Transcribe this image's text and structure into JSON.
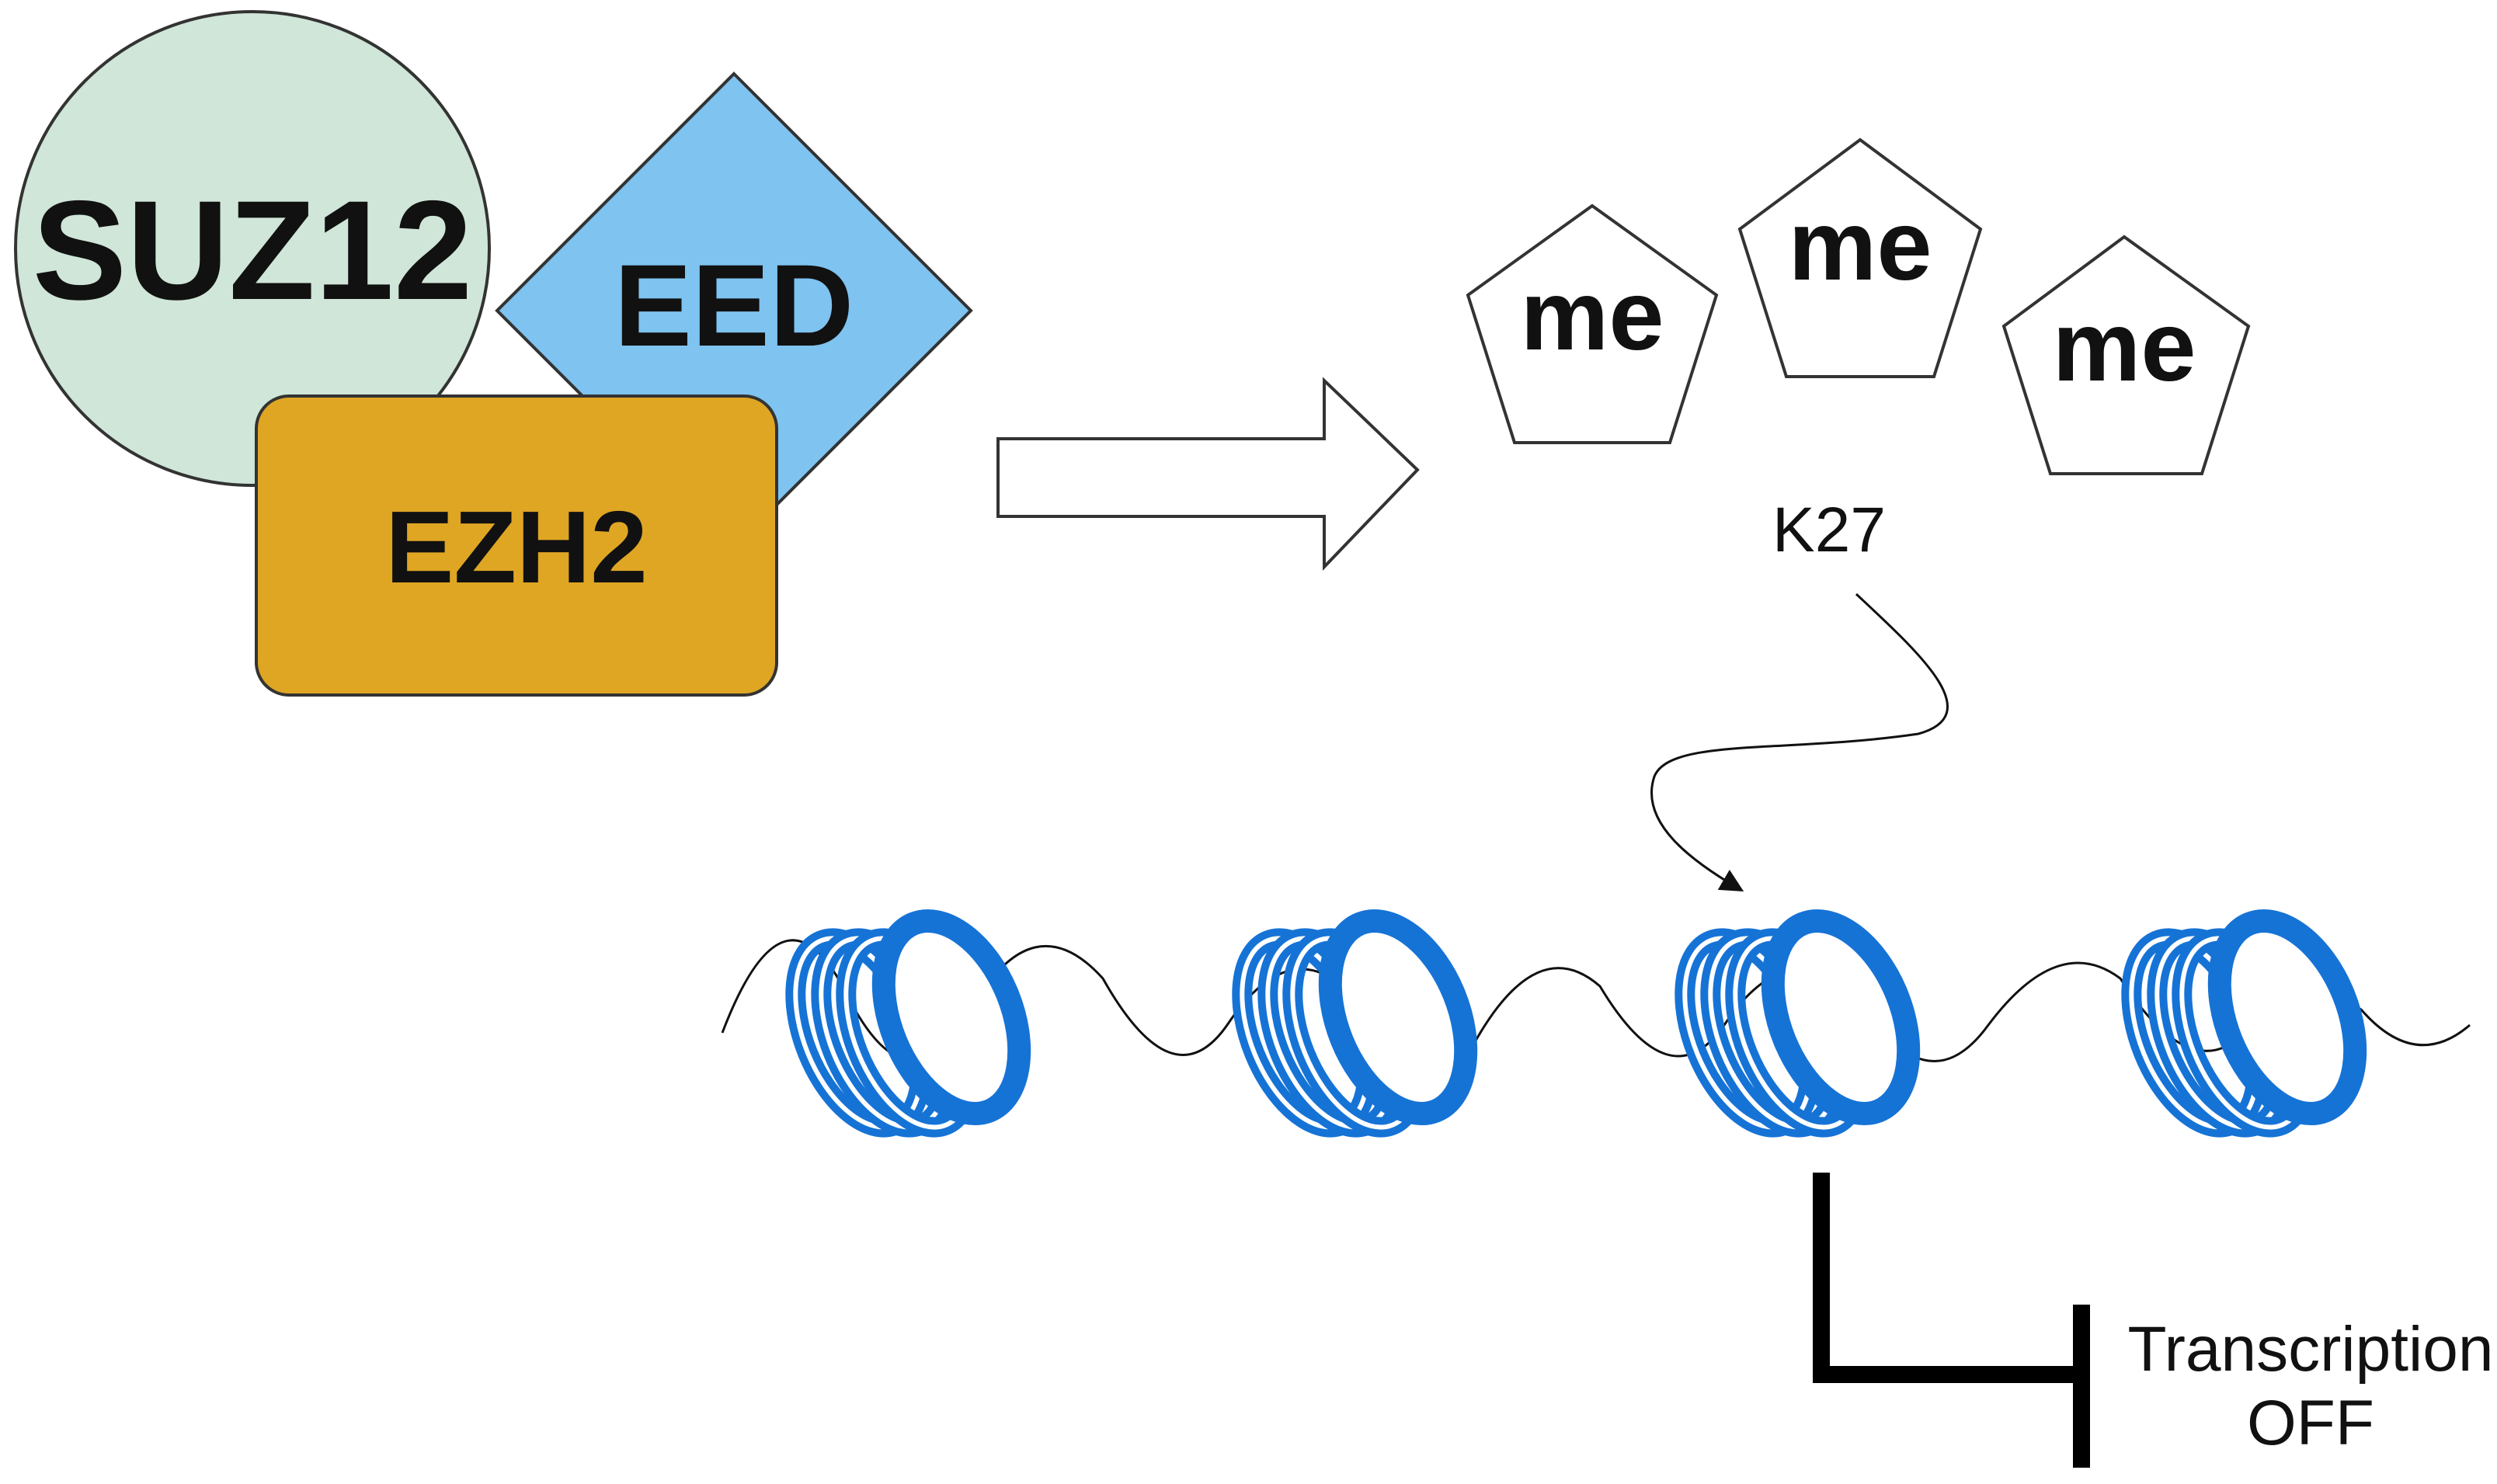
{
  "diagram": {
    "complex": {
      "suz12": {
        "label": "SUZ12",
        "color": "#cfe6d8"
      },
      "eed": {
        "label": "EED",
        "color": "#7fc3f0"
      },
      "ezh2": {
        "label": "EZH2",
        "color": "#dfa624"
      }
    },
    "methyl_groups": [
      {
        "label": "me"
      },
      {
        "label": "me"
      },
      {
        "label": "me"
      }
    ],
    "residue_label": "K27",
    "nucleosome_count": 4,
    "nucleosome_color": "#1673d6",
    "outcome": {
      "line1": "Transcription",
      "line2": "OFF"
    }
  }
}
